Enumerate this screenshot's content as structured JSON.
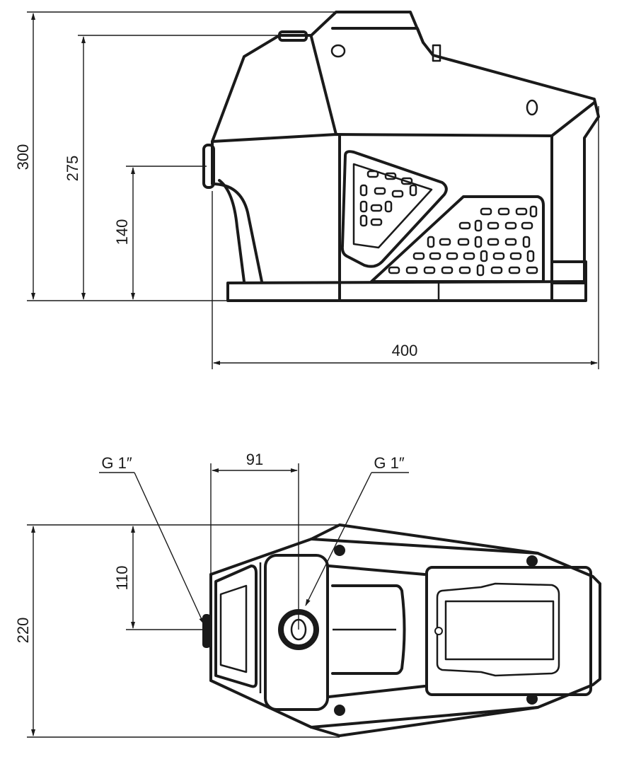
{
  "side_view": {
    "dim_height_total": "300",
    "dim_height_outlet": "275",
    "dim_height_inlet": "140",
    "dim_length": "400"
  },
  "top_view": {
    "dim_inlet_label": "G 1″",
    "dim_outlet_label": "G 1″",
    "dim_outlet_offset": "91",
    "dim_half_width": "110",
    "dim_width": "220"
  },
  "colors": {
    "line": "#1a1a1a",
    "background": "#ffffff"
  }
}
